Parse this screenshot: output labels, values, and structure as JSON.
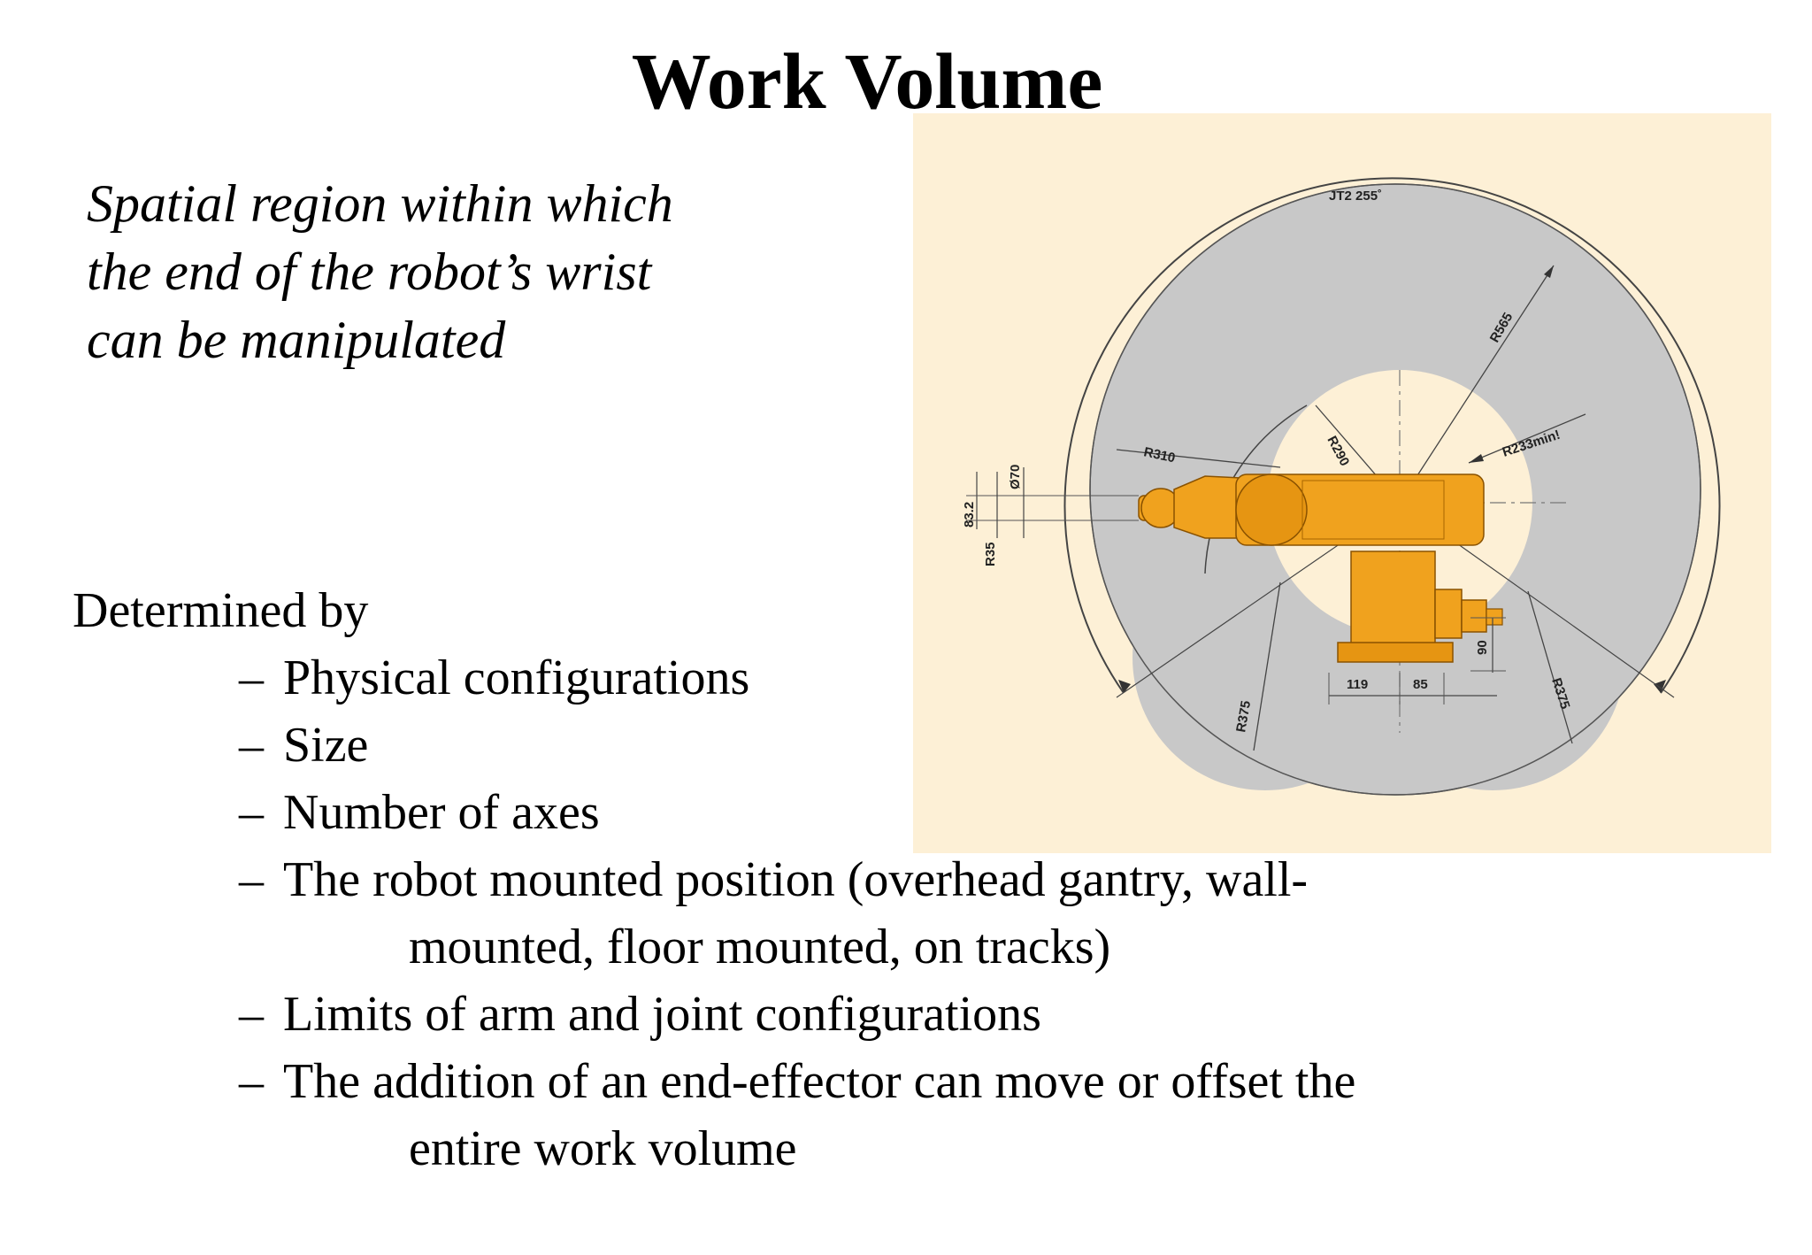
{
  "title": "Work Volume",
  "definition": [
    "Spatial region within which",
    "the end of the robot’s wrist",
    "can be manipulated"
  ],
  "intro": "Determined by",
  "bullets": [
    {
      "line1": "Physical configurations",
      "line2": ""
    },
    {
      "line1": "Size",
      "line2": ""
    },
    {
      "line1": "Number of axes",
      "line2": ""
    },
    {
      "line1": "The robot mounted position (overhead gantry, wall-",
      "line2": "mounted, floor mounted, on tracks)"
    },
    {
      "line1": "Limits of arm and joint configurations",
      "line2": ""
    },
    {
      "line1": "The addition of an end-effector can move or offset the",
      "line2": "entire work volume"
    }
  ],
  "dash": "–",
  "diagram": {
    "labels": {
      "jt2": "JT2 255˚",
      "r565": "R565",
      "r290": "R290",
      "r233": "R233min!",
      "r310": "R310",
      "d70": "Ø70",
      "d832": "83.2",
      "r35": "R35",
      "d119": "119",
      "d85": "85",
      "d90": "90",
      "r375_left": "R375",
      "r375_right": "R375"
    },
    "colors": {
      "background": "#fdf0d6",
      "envelope": "#c8c8c8",
      "robot": "#f0a21e",
      "robot_dark": "#c97a08"
    }
  }
}
